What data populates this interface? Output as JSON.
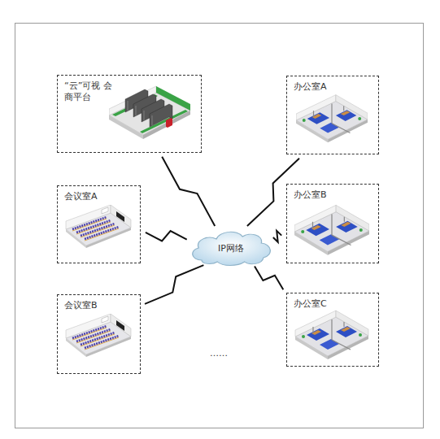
{
  "diagram": {
    "nodes": [
      {
        "text": [
          "“云”可视 会商平台"
        ]
      },
      {
        "text": [
          "办公室A"
        ]
      },
      {
        "text": [
          "会议室A"
        ]
      },
      {
        "text": [
          "IP网络"
        ]
      },
      {
        "text": [
          "办公室B"
        ]
      },
      {
        "text": [
          "会议室B"
        ]
      },
      {
        "text": [
          "办公室C"
        ]
      }
    ],
    "edges": [
      {
        "from": 0,
        "to": 3,
        "arrow": "none"
      },
      {
        "from": 1,
        "to": 3,
        "arrow": "none"
      },
      {
        "from": 2,
        "to": 3,
        "arrow": "none"
      },
      {
        "from": 4,
        "to": 3,
        "arrow": "none"
      },
      {
        "from": 5,
        "to": 3,
        "arrow": "none"
      },
      {
        "from": 6,
        "to": 3,
        "arrow": "none"
      }
    ],
    "labels": [
      "……"
    ]
  }
}
